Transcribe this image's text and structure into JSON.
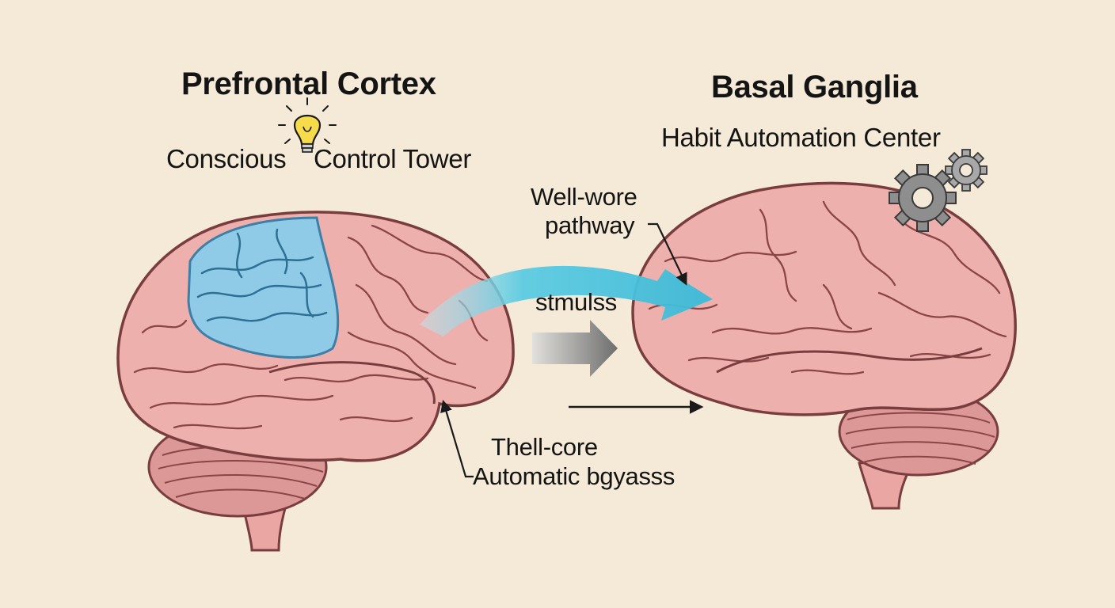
{
  "left_brain": {
    "title": "Prefrontal Cortex",
    "subtitle_part1": "Conscious",
    "subtitle_part2": "Control Tower",
    "icon": "lightbulb-icon"
  },
  "right_brain": {
    "title": "Basal Ganglia",
    "subtitle": "Habit Automation Center",
    "icon": "gears-icon"
  },
  "annotations": {
    "pathway_line1": "Well-wore",
    "pathway_line2": "pathway",
    "stimulus": "stmulss",
    "bypass_line1": "Thell-core",
    "bypass_line2": "Automatic bgyasss"
  },
  "colors": {
    "background": "#f5ead8",
    "brain_fill": "#eeb0ad",
    "brain_outline": "#7a3d3d",
    "prefrontal_highlight": "#8fcbe6",
    "pathway_arrow": "#4ec3dd",
    "gray_arrow": "#8c8c8c",
    "bulb": "#f6dc4a",
    "gear": "#8e8e8e"
  }
}
